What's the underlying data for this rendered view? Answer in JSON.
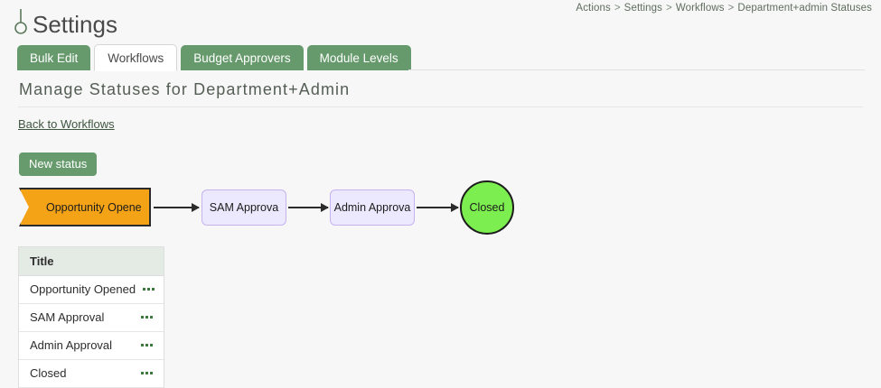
{
  "breadcrumb": {
    "items": [
      "Actions",
      "Settings",
      "Workflows",
      "Department+admin Statuses"
    ],
    "separator": ">"
  },
  "header": {
    "icon": "gear-icon",
    "title": "Settings"
  },
  "tabs": [
    {
      "label": "Bulk Edit",
      "active": false
    },
    {
      "label": "Workflows",
      "active": true
    },
    {
      "label": "Budget Approvers",
      "active": false
    },
    {
      "label": "Module Levels",
      "active": false
    }
  ],
  "main": {
    "heading": "Manage Statuses for Department+Admin",
    "back_link": "Back to Workflows",
    "new_status_label": "New status"
  },
  "diagram": {
    "nodes": [
      {
        "label": "Opportunity Opene",
        "full_label": "Opportunity Opened",
        "shape": "pennant",
        "color": "#f5a316"
      },
      {
        "label": "SAM Approva",
        "full_label": "SAM Approval",
        "shape": "rounded-box",
        "color": "#ece8fd"
      },
      {
        "label": "Admin Approva",
        "full_label": "Admin Approval",
        "shape": "rounded-box",
        "color": "#ece8fd"
      },
      {
        "label": "Closed",
        "full_label": "Closed",
        "shape": "circle",
        "color": "#7cee4f"
      }
    ]
  },
  "table": {
    "column_header": "Title",
    "row_menu_icon": "kebab-menu-icon",
    "rows": [
      {
        "title": "Opportunity Opened"
      },
      {
        "title": "SAM Approval"
      },
      {
        "title": "Admin Approval"
      },
      {
        "title": "Closed"
      }
    ]
  },
  "colors": {
    "page_background": "#f7f7f7",
    "brand_green": "#669a6c",
    "table_header": "#e4eae4",
    "node_orange": "#f5a316",
    "node_purple": "#ece8fd",
    "node_purple_border": "#c6b3ee",
    "node_green": "#7cee4f",
    "link": "#3f5640"
  }
}
